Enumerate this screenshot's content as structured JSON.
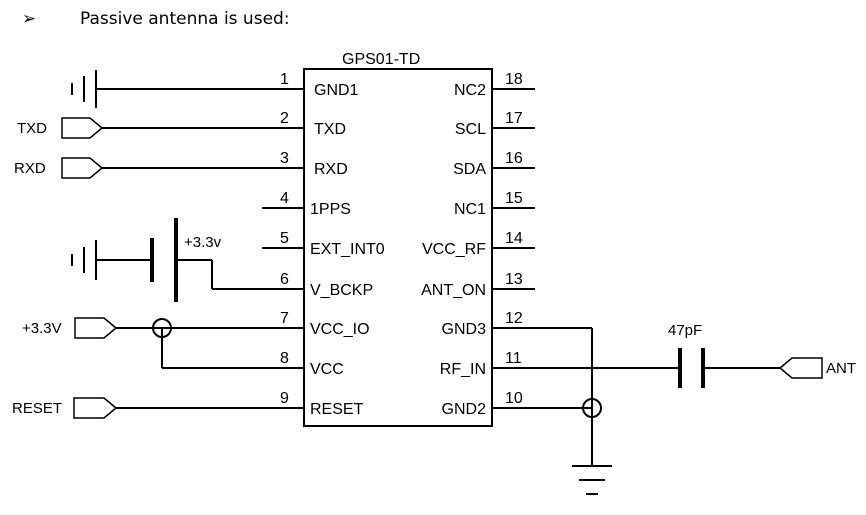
{
  "heading": {
    "bullet": "➢",
    "text": "Passive antenna is used:"
  },
  "chip": {
    "title": "GPS01-TD",
    "left_pins": [
      {
        "num": "1",
        "name": "GND1"
      },
      {
        "num": "2",
        "name": "TXD"
      },
      {
        "num": "3",
        "name": "RXD"
      },
      {
        "num": "4",
        "name": "1PPS"
      },
      {
        "num": "5",
        "name": "EXT_INT0"
      },
      {
        "num": "6",
        "name": "V_BCKP"
      },
      {
        "num": "7",
        "name": "VCC_IO"
      },
      {
        "num": "8",
        "name": "VCC"
      },
      {
        "num": "9",
        "name": "RESET"
      }
    ],
    "right_pins": [
      {
        "num": "18",
        "name": "NC2"
      },
      {
        "num": "17",
        "name": "SCL"
      },
      {
        "num": "16",
        "name": "SDA"
      },
      {
        "num": "15",
        "name": "NC1"
      },
      {
        "num": "14",
        "name": "VCC_RF"
      },
      {
        "num": "13",
        "name": "ANT_ON"
      },
      {
        "num": "12",
        "name": "GND3"
      },
      {
        "num": "11",
        "name": "RF_IN"
      },
      {
        "num": "10",
        "name": "GND2"
      }
    ]
  },
  "nets": {
    "txd": "TXD",
    "rxd": "RXD",
    "vcc_io": "+3.3V",
    "reset": "RESET",
    "ant": "ANT"
  },
  "battery_label": "+3.3v",
  "capacitor_label": "47pF"
}
